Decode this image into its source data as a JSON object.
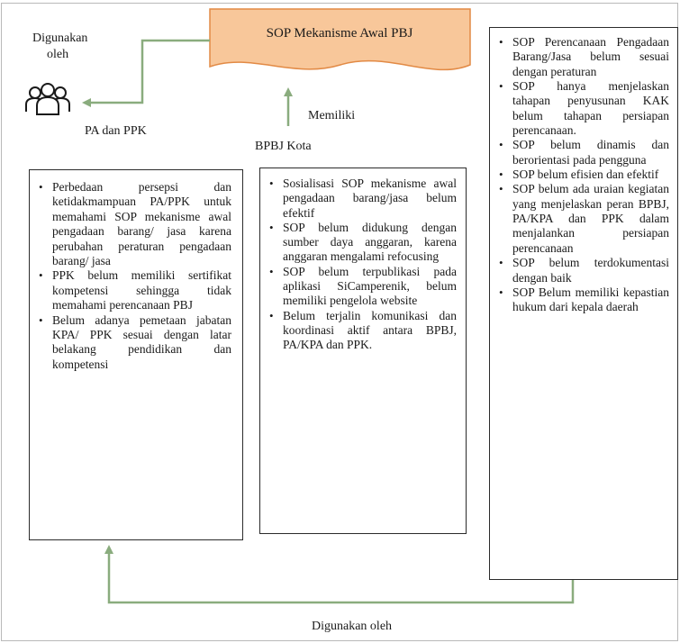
{
  "colors": {
    "banner_fill": "#f8c79a",
    "banner_stroke": "#e28a45",
    "arrow": "#8aac7e",
    "box_border": "#2b2b2b"
  },
  "banner": {
    "title": "SOP Mekanisme Awal PBJ"
  },
  "labels": {
    "digunakan_line1": "Digunakan",
    "digunakan_line2": "oleh",
    "pa_ppk": "PA dan PPK",
    "memiliki": "Memiliki",
    "bpbj_kota": "BPBJ Kota",
    "bottom_digunakan": "Digunakan oleh"
  },
  "icons": {
    "users": "people-group-icon"
  },
  "boxes": {
    "left": [
      "Perbedaan persepsi dan ketidakmampuan PA/PPK untuk memahami SOP mekanisme awal pengadaan barang/ jasa karena perubahan peraturan pengadaan barang/ jasa",
      "PPK belum memiliki sertifikat kompetensi sehingga tidak memahami perencanaan PBJ",
      "Belum adanya pemetaan jabatan KPA/ PPK sesuai dengan latar belakang pendidikan dan kompetensi"
    ],
    "middle": [
      "Sosialisasi SOP mekanisme awal pengadaan barang/jasa belum efektif",
      "SOP belum didukung dengan sumber daya anggaran, karena anggaran mengalami refocusing",
      "SOP belum terpublikasi pada aplikasi SiCamperenik, belum memiliki pengelola website",
      "Belum terjalin komunikasi dan koordinasi aktif antara BPBJ, PA/KPA dan PPK."
    ],
    "right": [
      "SOP Perencanaan Pengadaan Barang/Jasa belum sesuai dengan peraturan",
      "SOP hanya menjelaskan tahapan penyusunan KAK belum tahapan persiapan perencanaan.",
      "SOP belum dinamis dan berorientasi pada pengguna",
      "SOP belum efisien dan efektif",
      "SOP belum ada uraian kegiatan yang menjelaskan peran BPBJ, PA/KPA dan PPK dalam menjalankan persiapan perencanaan",
      "SOP belum terdokumentasi dengan baik",
      "SOP Belum memiliki kepastian hukum dari kepala daerah"
    ]
  }
}
